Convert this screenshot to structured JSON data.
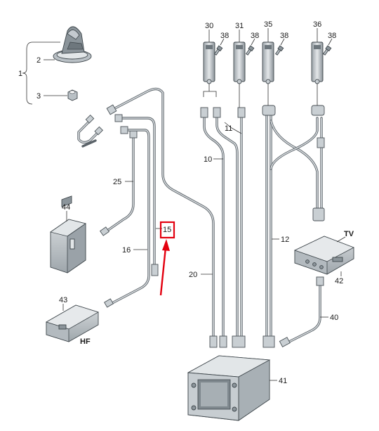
{
  "labels": {
    "p1": "1",
    "p2": "2",
    "p3": "3",
    "p10": "10",
    "p11": "11",
    "p12": "12",
    "p15": "15",
    "p16": "16",
    "p20": "20",
    "p25": "25",
    "p30": "30",
    "p31": "31",
    "p35": "35",
    "p36": "36",
    "p38a": "38",
    "p38b": "38",
    "p38c": "38",
    "p38d": "38",
    "p40": "40",
    "p41": "41",
    "p42": "42",
    "p43": "43",
    "p44": "44",
    "tv": "TV",
    "hf": "HF"
  },
  "highlight": {
    "color": "#e3000f",
    "target": "15"
  }
}
